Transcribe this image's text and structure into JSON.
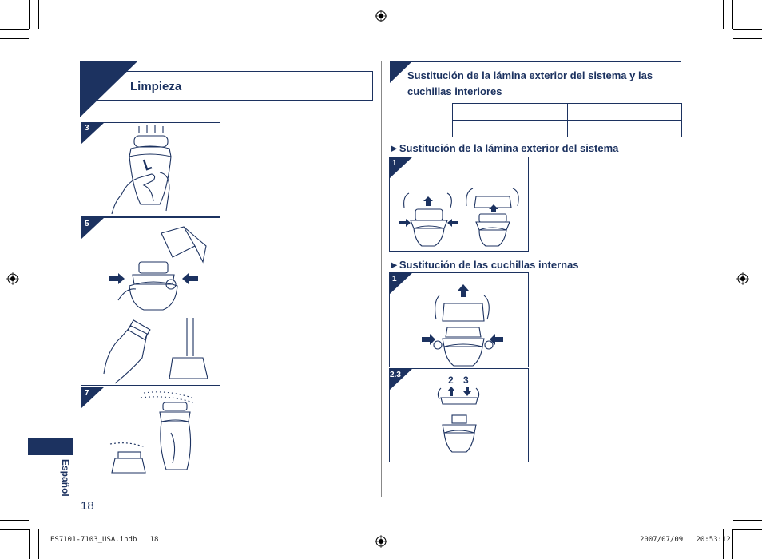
{
  "header": {
    "title": "Limpieza"
  },
  "steps_left": [
    {
      "num": "3"
    },
    {
      "num": "5"
    },
    {
      "num": "7"
    }
  ],
  "right": {
    "section_title": "Sustitución de la lámina exterior del sistema y las cuchillas interiores",
    "sub1": "►Sustitución de la lámina exterior del sistema",
    "sub1_step": "1",
    "sub2": "►Sustitución de las cuchillas internas",
    "sub2_step1": "1",
    "sub2_step2": "2.3",
    "step_labels": {
      "two": "2",
      "three": "3"
    }
  },
  "side_tab": {
    "label": "Español"
  },
  "page_number": "18",
  "footer": {
    "left": "ES7101-7103_USA.indb   18",
    "right": "2007/07/09   20:53:12"
  },
  "colors": {
    "accent": "#1c3260",
    "line": "#888888"
  }
}
